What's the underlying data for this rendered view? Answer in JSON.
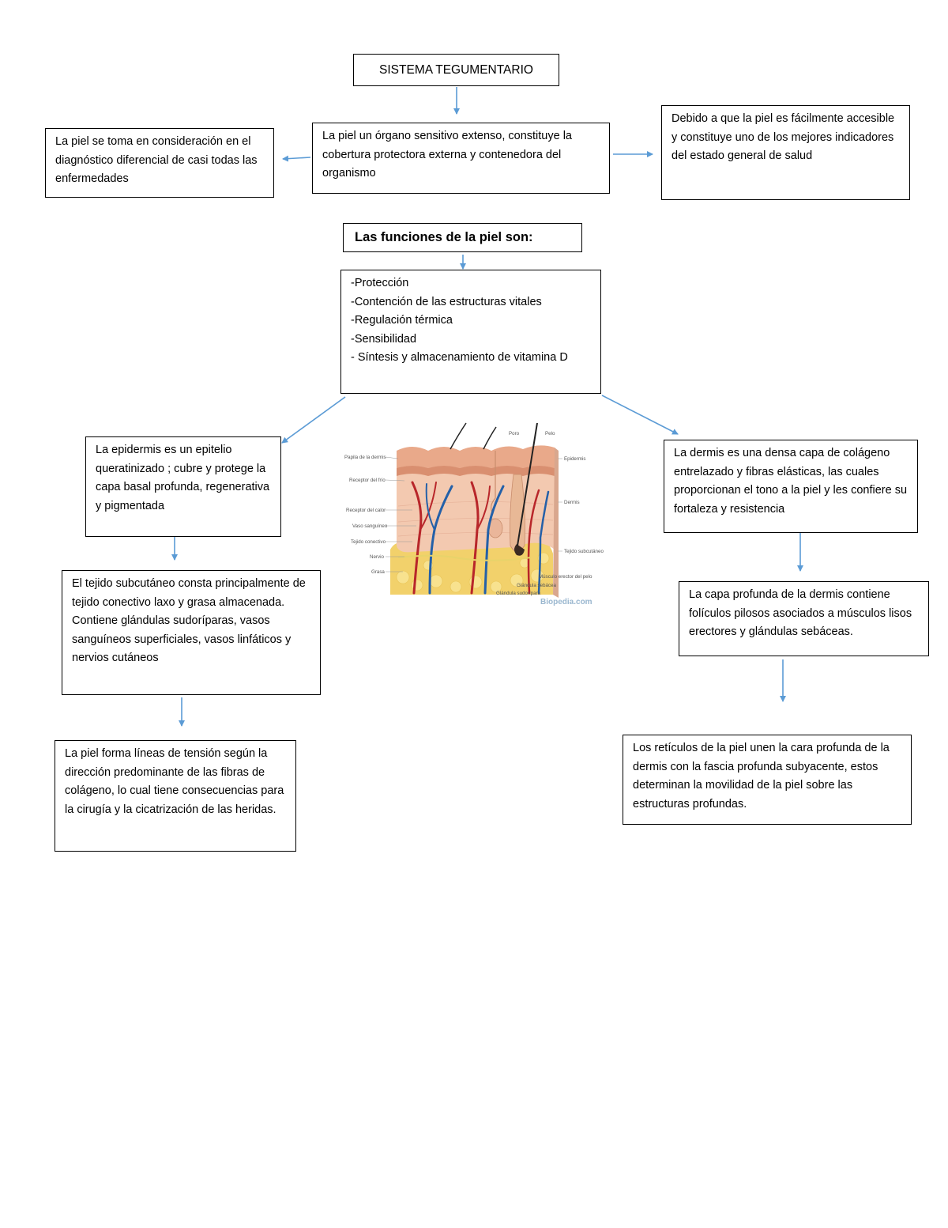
{
  "colors": {
    "arrow": "#5b9bd5",
    "border": "#000000"
  },
  "title": "SISTEMA TEGUMENTARIO",
  "center_box": "La piel un órgano sensitivo extenso, constituye la cobertura protectora externa y contenedora del organismo",
  "left_box": "La piel se toma en consideración en el diagnóstico diferencial de casi todas las enfermedades",
  "right_box": "Debido a que la piel es fácilmente accesible y constituye uno de los mejores indicadores del estado general de salud",
  "functions_heading": "Las funciones de la piel son:",
  "functions": [
    "-Protección",
    "-Contención de las estructuras vitales",
    "-Regulación térmica",
    "-Sensibilidad",
    "- Síntesis y almacenamiento de vitamina D"
  ],
  "epidermis": "La epidermis  es un epitelio queratinizado ; cubre y protege la capa basal profunda, regenerativa y pigmentada",
  "subcutaneo": "El tejido subcutáneo consta principalmente de tejido conectivo laxo y grasa almacenada. Contiene glándulas sudoríparas, vasos sanguíneos superficiales, vasos linfáticos y nervios cutáneos",
  "lineas_tension": "La piel forma líneas de tensión según la dirección predominante de las fibras de colágeno, lo cual tiene consecuencias para la cirugía y la cicatrización de las heridas.",
  "dermis": "La dermis es una densa capa de colágeno entrelazado y fibras elásticas, las cuales proporcionan el tono a la piel y les confiere su fortaleza y resistencia",
  "capa_profunda": "La capa profunda de la dermis contiene folículos pilosos asociados a músculos lisos erectores y glándulas sebáceas.",
  "reticulos": "Los retículos de la piel unen la cara profunda de la dermis con la fascia profunda subyacente, estos determinan la movilidad de la piel sobre las estructuras profundas.",
  "figure": {
    "labels_left": [
      "Papila de la dermis",
      "Receptor del frío",
      "Receptor del calor",
      "Vaso sanguíneo",
      "Tejido conectivo",
      "Nervio",
      "Grasa"
    ],
    "labels_top": [
      "Poro",
      "Pelo"
    ],
    "labels_right": [
      "Epidermis",
      "Dermis",
      "Tejido subcutáneo"
    ],
    "labels_bottom": [
      "Músculo erector del pelo",
      "Glándula sebácea",
      "Glándula sudorípara"
    ],
    "watermark": "Biopedia.com"
  }
}
